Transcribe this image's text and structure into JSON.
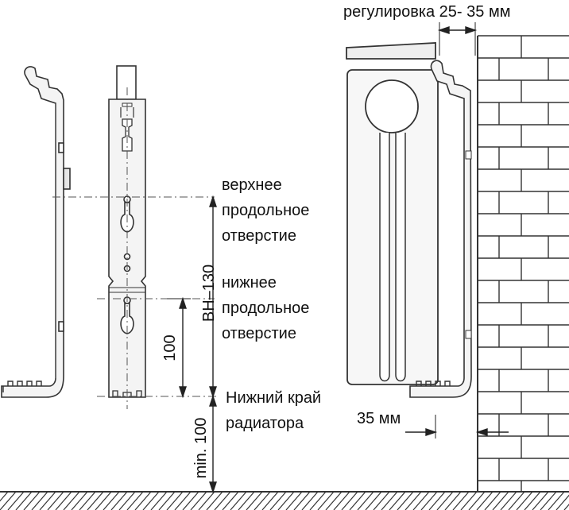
{
  "labels": {
    "adjustment": "регулировка 25- 35 мм",
    "upper_hole_line1": "верхнее",
    "upper_hole_line2": "продольное",
    "upper_hole_line3": "отверстие",
    "lower_hole_line1": "нижнее",
    "lower_hole_line2": "продольное",
    "lower_hole_line3": "отверстие",
    "bottom_edge_line1": "Нижний край",
    "bottom_edge_line2": "радиатора",
    "wall_gap": "35 мм",
    "dim_bh": "BH–130",
    "dim_100": "100",
    "dim_min100": "min. 100"
  },
  "colors": {
    "line": "#333333",
    "fill_light": "#f2f2f2",
    "fill_mid": "#e6e6e6",
    "text": "#111111"
  }
}
